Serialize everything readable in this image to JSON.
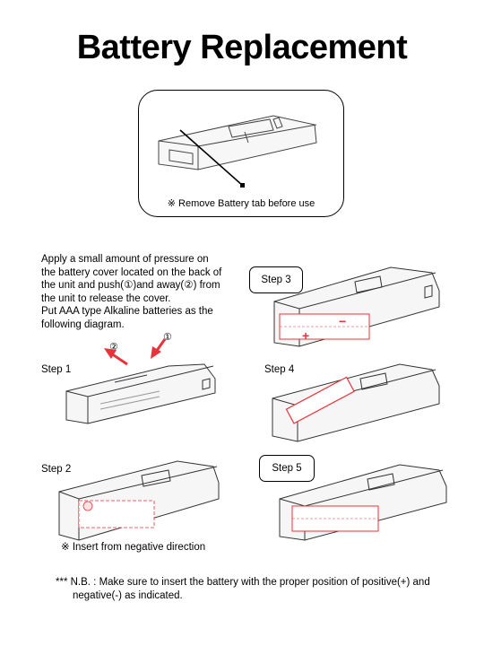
{
  "title": "Battery Replacement",
  "tab_note": "※ Remove Battery tab before use",
  "instructions": [
    "Apply a small amount of pressure on",
    "the battery cover located on the back of",
    "the unit and push(①)and away(②) from",
    "the unit to release the cover.",
    "Put  AAA type Alkaline batteries as the",
    "following diagram."
  ],
  "arrow_marks": {
    "push": "①",
    "away": "②"
  },
  "steps": {
    "step1": "Step 1",
    "step2": "Step 2",
    "step3": "Step 3",
    "step4": "Step 4",
    "step5": "Step 5"
  },
  "battery_signs": {
    "plus": "+",
    "minus": "−"
  },
  "insert_note": "※ Insert from negative direction",
  "nb": {
    "line1": "*** N.B. : Make sure to insert the battery with the proper position of positive(+) and",
    "line2": "negative(-) as indicated."
  },
  "colors": {
    "battery_red": "#e8333a",
    "outline": "#333333"
  }
}
